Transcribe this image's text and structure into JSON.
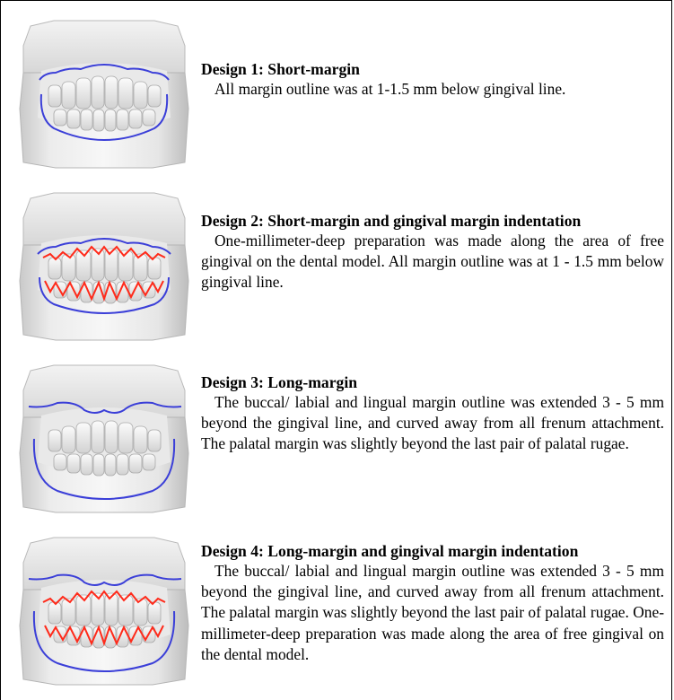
{
  "designs": [
    {
      "title": "Design 1: Short-margin",
      "description": "All margin outline was at 1-1.5 mm below gingival line.",
      "outline_colors": [
        "#3b3fd8"
      ]
    },
    {
      "title": "Design 2: Short-margin and gingival margin indentation",
      "description": "One-millimeter-deep preparation was made along the area of free gingival on the dental model.  All margin outline was at 1 - 1.5 mm below gingival line.",
      "outline_colors": [
        "#3b3fd8",
        "#ff2a1a"
      ]
    },
    {
      "title": "Design 3: Long-margin",
      "description": "The buccal/ labial and lingual margin outline was extended 3 - 5 mm beyond the gingival line, and curved away from all frenum attachment.  The palatal margin was slightly beyond the last pair of palatal rugae.",
      "outline_colors": [
        "#3b3fd8"
      ]
    },
    {
      "title": "Design 4: Long-margin and gingival margin indentation",
      "description": "The buccal/ labial and lingual margin outline was extended 3 - 5 mm beyond the gingival line, and curved away from all frenum attachment.  The palatal margin was slightly beyond the last pair of palatal rugae.   One-millimeter-deep preparation was made along the area of free gingival on the dental model.",
      "outline_colors": [
        "#3b3fd8",
        "#ff2a1a"
      ]
    }
  ]
}
